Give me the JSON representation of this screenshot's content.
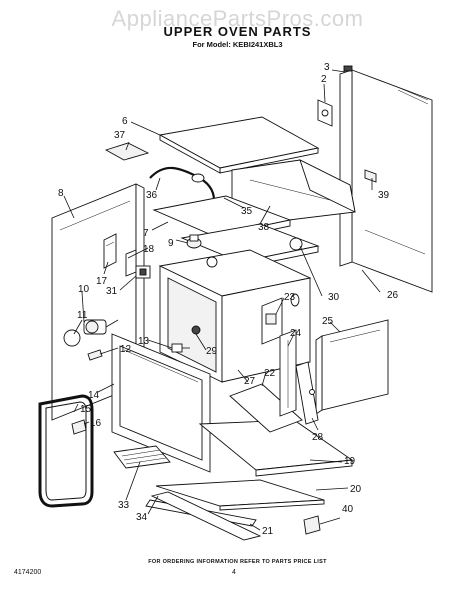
{
  "header": {
    "watermark": "AppliancePartsPros.com",
    "title": "UPPER OVEN PARTS",
    "model_line": "For Model: KEBI241XBL3"
  },
  "footer": {
    "ordering_note": "FOR ORDERING INFORMATION REFER TO PARTS PRICE LIST",
    "doc_number": "4174200",
    "page_number": "4"
  },
  "callouts": [
    "2",
    "3",
    "6",
    "37",
    "39",
    "8",
    "36",
    "35",
    "38",
    "7",
    "9",
    "18",
    "17",
    "31",
    "10",
    "11",
    "12",
    "13",
    "14",
    "15",
    "16",
    "19",
    "20",
    "21",
    "22",
    "23",
    "24",
    "25",
    "26",
    "27",
    "28",
    "29",
    "30",
    "33",
    "34",
    "40"
  ],
  "palette": {
    "ink": "#111111",
    "watermark": "#d6d6d6"
  }
}
